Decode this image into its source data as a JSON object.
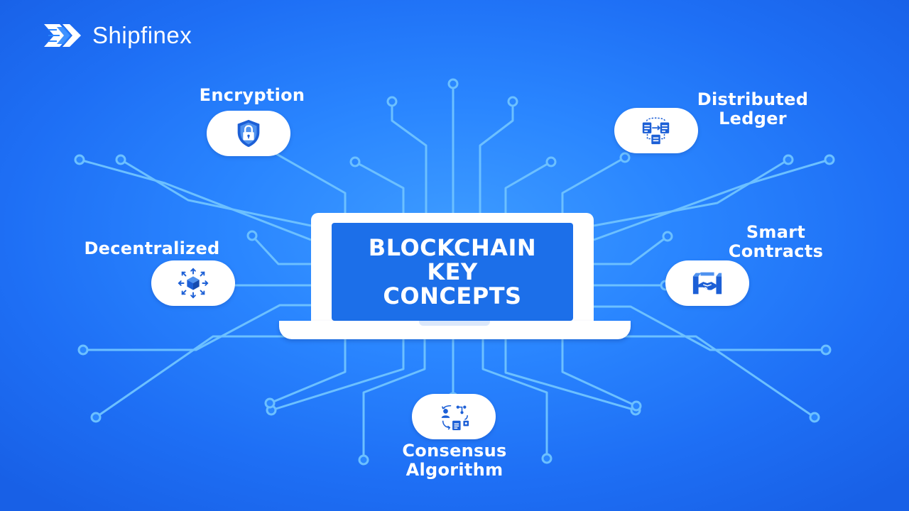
{
  "brand": {
    "name": "Shipfinex",
    "logo_icon": "shipfinex-logo-icon"
  },
  "center": {
    "title_line1": "BLOCKCHAIN",
    "title_line2": "KEY",
    "title_line3": "CONCEPTS"
  },
  "concepts": [
    {
      "id": "encryption",
      "line1": "Encryption",
      "line2": "",
      "icon": "shield-lock-icon"
    },
    {
      "id": "distributed-ledger",
      "line1": "Distributed",
      "line2": "Ledger",
      "icon": "ledger-documents-icon"
    },
    {
      "id": "decentralized",
      "line1": "Decentralized",
      "line2": "",
      "icon": "cube-arrows-icon"
    },
    {
      "id": "smart-contracts",
      "line1": "Smart",
      "line2": "Contracts",
      "icon": "handshake-blocks-icon"
    },
    {
      "id": "consensus-algorithm",
      "line1": "Consensus",
      "line2": "Algorithm",
      "icon": "consensus-cycle-icon"
    }
  ],
  "colors": {
    "background": "#2a86ff",
    "circuit_line": "#6cc0ff",
    "screen": "#1c6fe9",
    "icon": "#1c5fd6",
    "white": "#ffffff"
  }
}
